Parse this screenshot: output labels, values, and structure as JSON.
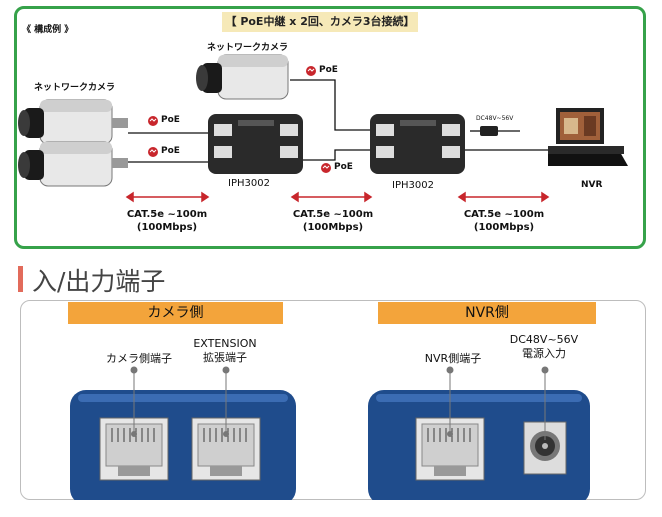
{
  "diagram": {
    "banner": "【 PoE中継 x 2回、カメラ3台接続】",
    "section_label": "《 構成例 》",
    "camera_label": "ネットワークカメラ",
    "poe_label": "PoE",
    "device_model": "IPH3002",
    "dc_label": "DC48V~56V",
    "nvr_label": "NVR",
    "cable_label": "CAT.5e ~100m",
    "speed_label": "(100Mbps)"
  },
  "io_section": {
    "title": "入/出力端子",
    "camera_side": {
      "title": "カメラ側",
      "port1": "カメラ側端子",
      "port2_en": "EXTENSION",
      "port2": "拡張端子"
    },
    "nvr_side": {
      "title": "NVR側",
      "port1": "NVR側端子",
      "power_en": "DC48V~56V",
      "power": "電源入力"
    }
  },
  "colors": {
    "frame_green": "#36a24a",
    "banner_bg": "#f6e9b8",
    "accent_red": "#c8262c",
    "section_orange": "#f3a43b",
    "device_blue": "#1f4c8c"
  }
}
